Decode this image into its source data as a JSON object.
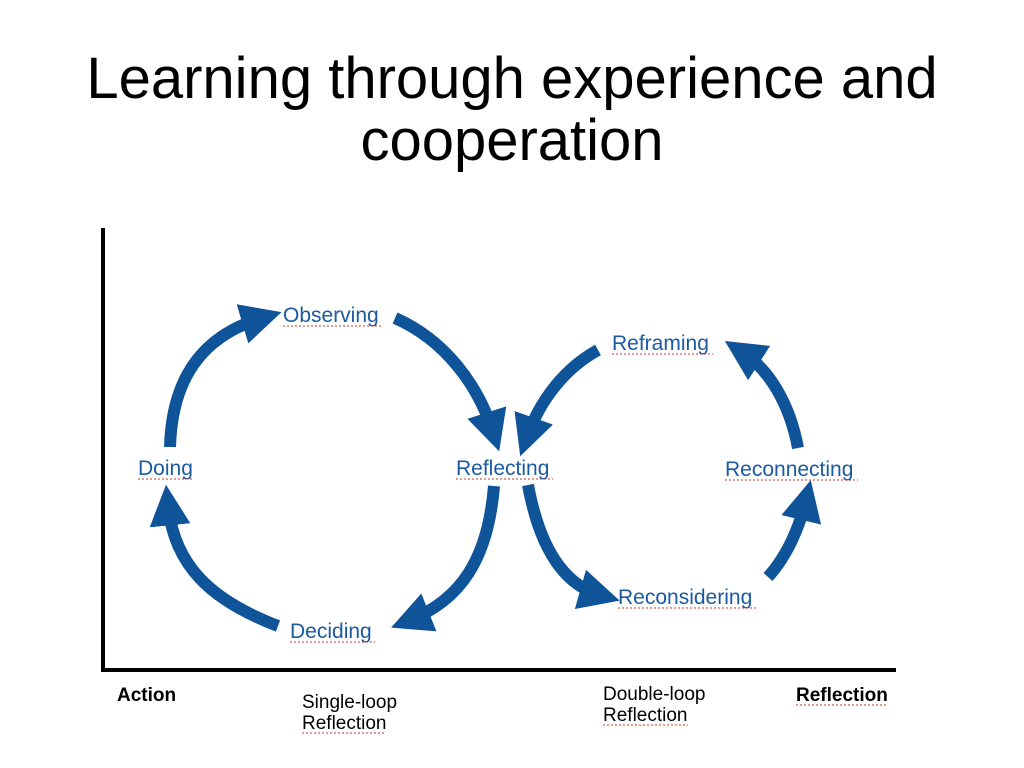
{
  "slide": {
    "title_line1": "Learning through experience and",
    "title_line2": "cooperation"
  },
  "diagram": {
    "nodes": {
      "observing": "Observing",
      "doing": "Doing",
      "reflecting": "Reflecting",
      "deciding": "Deciding",
      "reframing": "Reframing",
      "reconnecting": "Reconnecting",
      "reconsidering": "Reconsidering"
    },
    "axis": {
      "action": "Action",
      "single_loop_line1": "Single-loop",
      "single_loop_line2": "Reflection",
      "double_loop_line1": "Double-loop",
      "double_loop_line2": "Reflection",
      "reflection": "Reflection"
    },
    "colors": {
      "arrow": "#0f5499",
      "label": "#1b5aa3",
      "axis": "#000000"
    }
  }
}
